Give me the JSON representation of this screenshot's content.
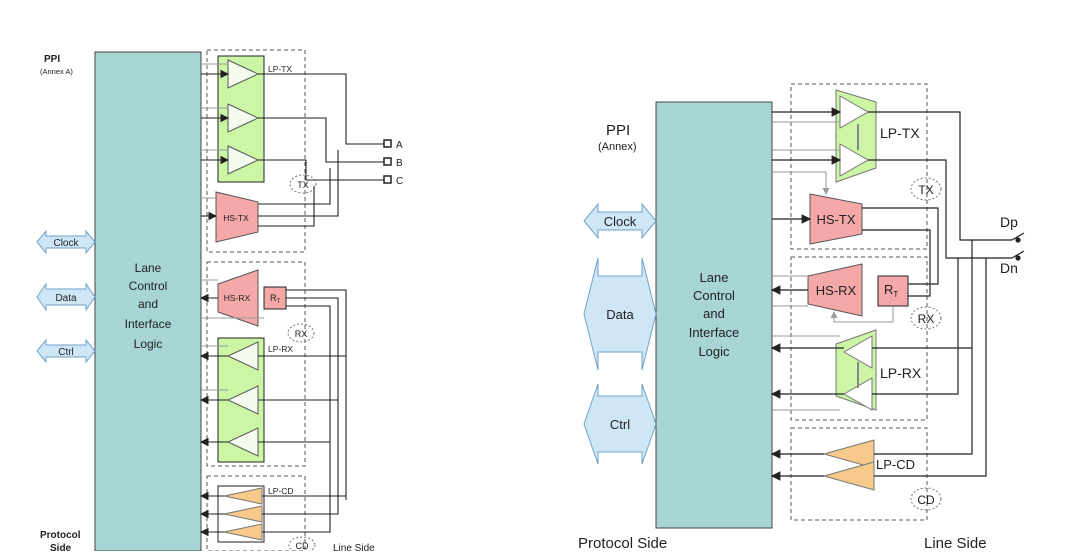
{
  "left_diagram": {
    "ppi_label": "PPI",
    "ppi_sub": "(Annex A)",
    "core_lines": [
      "Lane",
      "Control",
      "and",
      "Interface",
      "Logic"
    ],
    "signals": [
      "Clock",
      "Data",
      "Ctrl"
    ],
    "blocks": {
      "lp_tx": "LP-TX",
      "hs_tx": "HS-TX",
      "hs_rx": "HS-RX",
      "rt": "R",
      "rt_sub": "T",
      "lp_rx": "LP-RX",
      "lp_cd": "LP-CD"
    },
    "ovals": {
      "tx": "TX",
      "rx": "RX",
      "cd": "CD"
    },
    "pins": [
      "A",
      "B",
      "C"
    ],
    "protocol_side": [
      "Protocol",
      "Side"
    ],
    "line_side": "Line Side"
  },
  "right_diagram": {
    "ppi_label": "PPI",
    "ppi_sub": "(Annex)",
    "core_lines": [
      "Lane",
      "Control",
      "and",
      "Interface",
      "Logic"
    ],
    "signals": [
      "Clock",
      "Data",
      "Ctrl"
    ],
    "blocks": {
      "lp_tx": "LP-TX",
      "hs_tx": "HS-TX",
      "hs_rx": "HS-RX",
      "rt": "R",
      "rt_sub": "T",
      "lp_rx": "LP-RX",
      "lp_cd": "LP-CD"
    },
    "ovals": {
      "tx": "TX",
      "rx": "RX",
      "cd": "CD"
    },
    "pins": [
      "Dp",
      "Dn"
    ],
    "protocol_side": "Protocol Side",
    "line_side": "Line Side"
  },
  "colors": {
    "core": "#a8d5d6",
    "green": "#ccf5a6",
    "pink": "#f5a8a8",
    "orange": "#f7c98a",
    "arrow_fill": "#cfe6f7",
    "arrow_stroke": "#6fa3c8"
  }
}
